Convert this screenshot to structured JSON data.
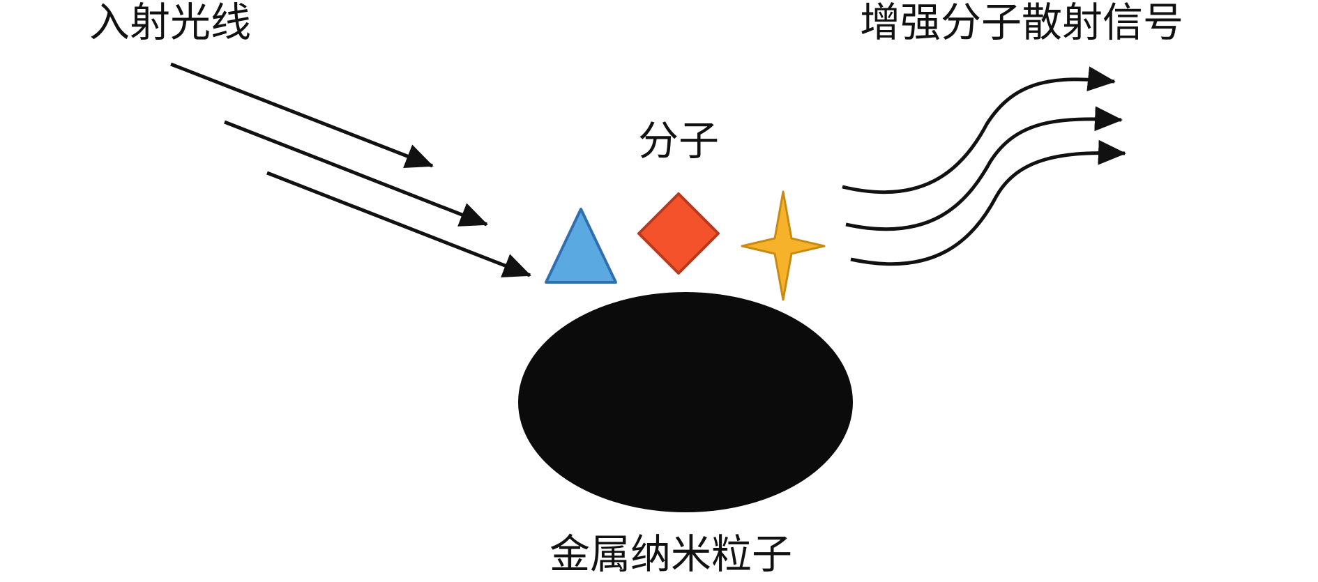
{
  "labels": {
    "incident_light": "入射光线",
    "enhanced_signal": "增强分子散射信号",
    "molecule": "分子",
    "metal_nanoparticle": "金属纳米粒子"
  },
  "colors": {
    "triangle_fill": "#5aa9e0",
    "triangle_stroke": "#2f6fb0",
    "diamond_fill": "#f4522a",
    "diamond_stroke": "#b83a1e",
    "star_fill": "#f7b22c",
    "star_stroke": "#c98a12",
    "particle_fill": "#0b0b0b",
    "arrow_color": "#111111"
  },
  "icons": {
    "molecule_1": "triangle",
    "molecule_2": "diamond",
    "molecule_3": "four-point-star"
  }
}
